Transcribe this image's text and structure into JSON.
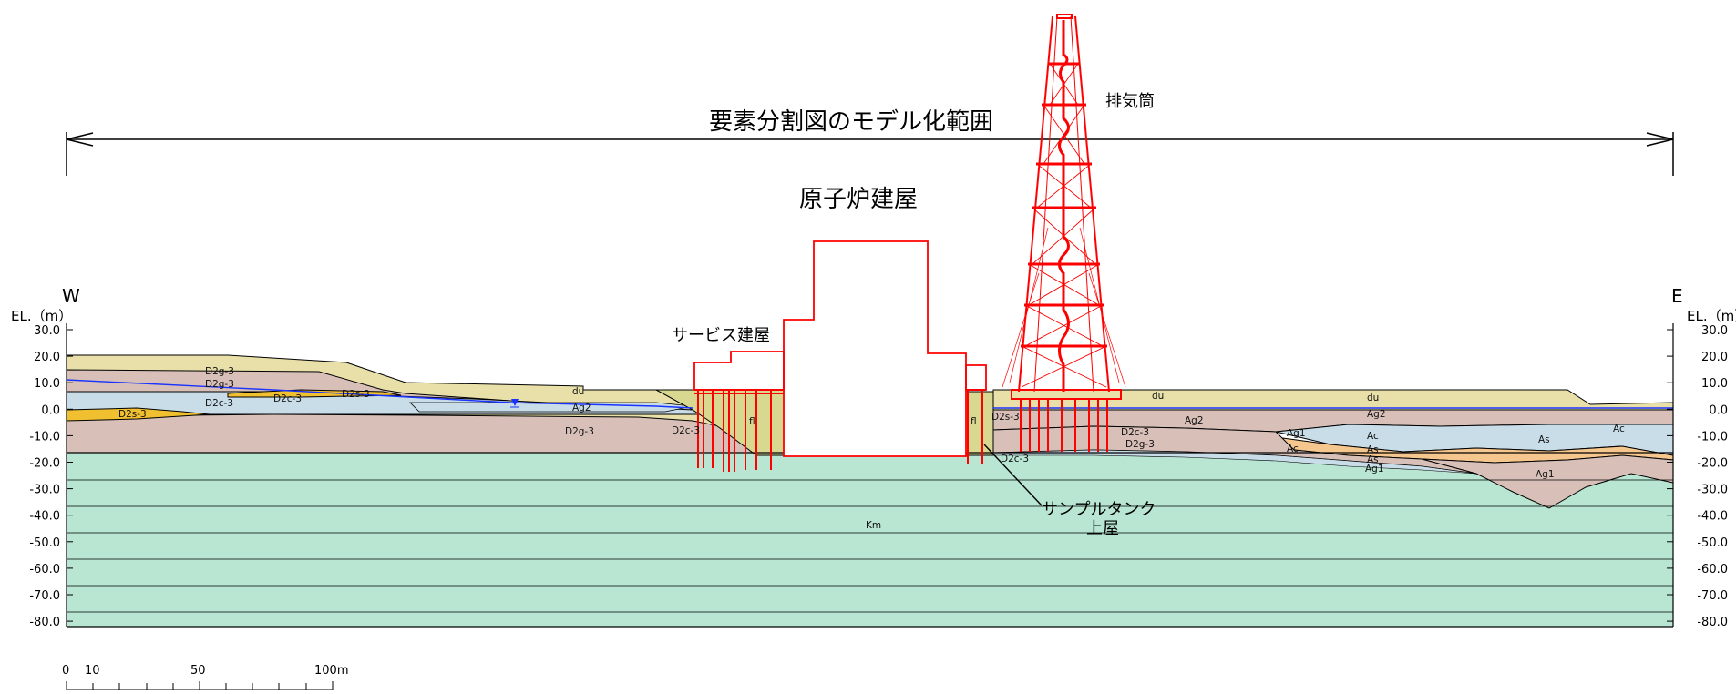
{
  "titles": {
    "model_range": "要素分割図のモデル化範囲",
    "reactor_building": "原子炉建屋",
    "service_building": "サービス建屋",
    "exhaust_stack": "排気筒",
    "sample_tank_line1": "サンプルタンク",
    "sample_tank_line2": "上屋"
  },
  "directions": {
    "west": "W",
    "east": "E"
  },
  "axis": {
    "title_left": "EL.（m）",
    "title_right": "EL.（m）",
    "ticks": [
      "30.0",
      "20.0",
      "10.0",
      "0.0",
      "-10.0",
      "-20.0",
      "-30.0",
      "-40.0",
      "-50.0",
      "-60.0",
      "-70.0",
      "-80.0"
    ]
  },
  "scale_bar": {
    "labels": [
      "0",
      "10",
      "50",
      "100m"
    ]
  },
  "layers": {
    "d2g3_a": "D2g-3",
    "d2g3_b": "D2g-3",
    "d2c3_a": "D2c-3",
    "d2s3_a": "D2s-3",
    "d2s3_b": "D2s-3",
    "d2c3_small": "D2c-3",
    "du_a": "du",
    "ag2_a": "Ag2",
    "d2g3_c": "D2g-3",
    "d2c3_b": "D2c-3",
    "fl_a": "fl",
    "fl_b": "fl",
    "d2s3_c": "D2s-3",
    "d2c3_c": "D2c-3",
    "du_b": "du",
    "du_c": "du",
    "ag2_b": "Ag2",
    "ag2_c": "Ag2",
    "d2c3_d": "D2c-3",
    "d2g3_d": "D2g-3",
    "ag1_a": "Ag1",
    "ac_a": "Ac",
    "ac_b": "Ac",
    "ac_c": "Ac",
    "as_a": "As",
    "as_b": "As",
    "as_c": "As",
    "ag1_b": "Ag1",
    "ag1_c": "Ag1",
    "km": "Km"
  },
  "colors": {
    "km": "#b8e6d3",
    "surface_fill": "#e8e0a8",
    "brown_layer": "#d8c0b8",
    "orange_sand": "#f0c030",
    "light_blue": "#c8dde8",
    "peach": "#f5c78e",
    "fill_green": "#d8d890",
    "structure_red": "#ff0000",
    "water_blue": "#1a33ff"
  }
}
